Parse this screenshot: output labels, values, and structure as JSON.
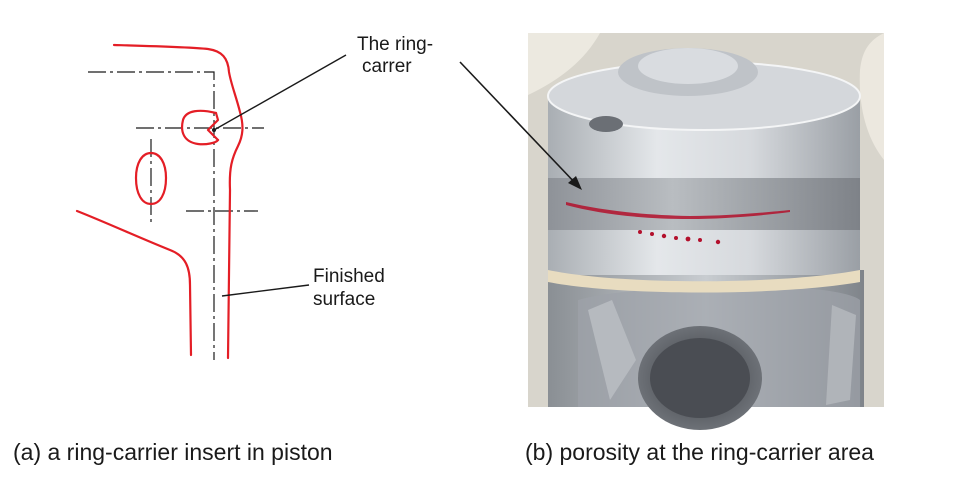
{
  "left_panel": {
    "annotation_ring_carrier": [
      "The ring-",
      "carrer"
    ],
    "annotation_finished_surface": [
      "Finished",
      "surface"
    ],
    "caption": "(a) a ring-carrier insert in piston",
    "line_color": "#e41e26"
  },
  "right_panel": {
    "caption": "(b) porosity at the ring-carrier area",
    "porosity_color": "#b3102c"
  }
}
